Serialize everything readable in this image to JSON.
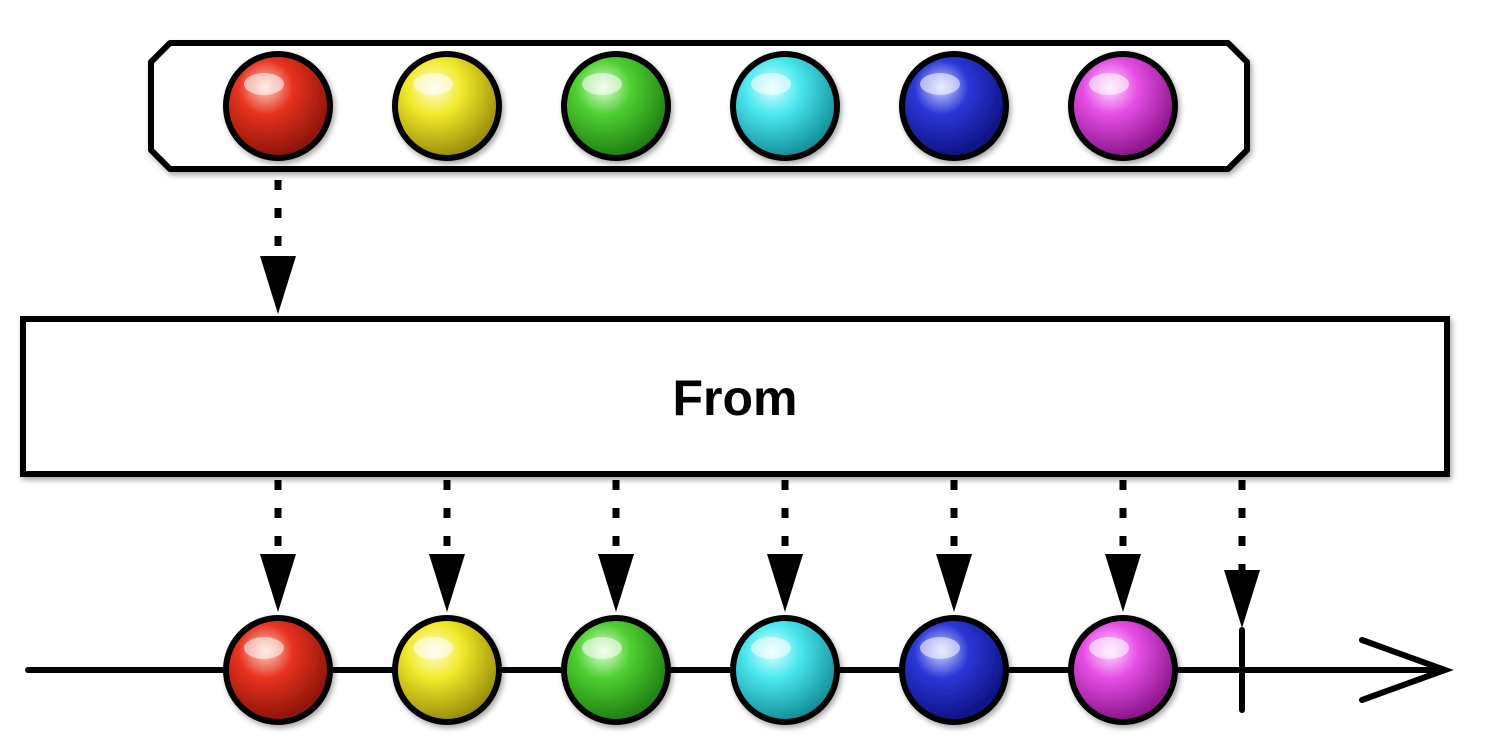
{
  "operator": {
    "label": "From"
  },
  "input_collection": {
    "items": [
      {
        "color": "red",
        "base": "#e8321e",
        "dark": "#7a0f05",
        "light": "#ffd2c8"
      },
      {
        "color": "yellow",
        "base": "#f2ea2a",
        "dark": "#8a7d05",
        "light": "#fffde0"
      },
      {
        "color": "green",
        "base": "#4fd032",
        "dark": "#16700c",
        "light": "#e2ffd6"
      },
      {
        "color": "cyan",
        "base": "#4be8f0",
        "dark": "#0a808a",
        "light": "#e0ffff"
      },
      {
        "color": "blue",
        "base": "#2c36d8",
        "dark": "#070c70",
        "light": "#d0d8ff"
      },
      {
        "color": "magenta",
        "base": "#e64ee6",
        "dark": "#7a0a7a",
        "light": "#ffdcff"
      }
    ]
  },
  "output_timeline": {
    "items": [
      {
        "color": "red",
        "base": "#e8321e",
        "dark": "#7a0f05",
        "light": "#ffd2c8"
      },
      {
        "color": "yellow",
        "base": "#f2ea2a",
        "dark": "#8a7d05",
        "light": "#fffde0"
      },
      {
        "color": "green",
        "base": "#4fd032",
        "dark": "#16700c",
        "light": "#e2ffd6"
      },
      {
        "color": "cyan",
        "base": "#4be8f0",
        "dark": "#0a808a",
        "light": "#e0ffff"
      },
      {
        "color": "blue",
        "base": "#2c36d8",
        "dark": "#070c70",
        "light": "#d0d8ff"
      },
      {
        "color": "magenta",
        "base": "#e64ee6",
        "dark": "#7a0a7a",
        "light": "#ffdcff"
      }
    ],
    "completed": true
  },
  "colors": {
    "stroke": "#000000",
    "background": "#ffffff"
  }
}
